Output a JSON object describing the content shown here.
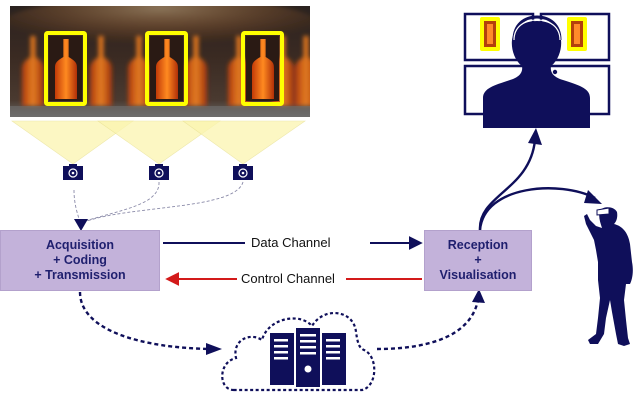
{
  "diagram": {
    "colors": {
      "navy": "#0f0f5a",
      "box_fill": "#c3b2da",
      "box_text": "#1f1f6e",
      "control_red": "#d31a1a",
      "frustum_yellow": "#fbf5b0",
      "highlight_yellow": "#ffff00"
    },
    "acquisition_box": {
      "lines": [
        "Acquisition",
        "+ Coding",
        "+ Transmission"
      ]
    },
    "reception_box": {
      "lines": [
        "Reception",
        "+",
        "Visualisation"
      ]
    },
    "channels": {
      "data": "Data Channel",
      "control": "Control Channel"
    },
    "production_image": {
      "description": "bottle production line with three highlighted bottles",
      "highlighted_count": 3
    },
    "cameras": {
      "count": 3
    },
    "icons": [
      "camera-icon",
      "cloud-icon",
      "server-rack-icon",
      "operator-with-headset-icon",
      "monitor-icon",
      "vr-user-icon"
    ]
  }
}
